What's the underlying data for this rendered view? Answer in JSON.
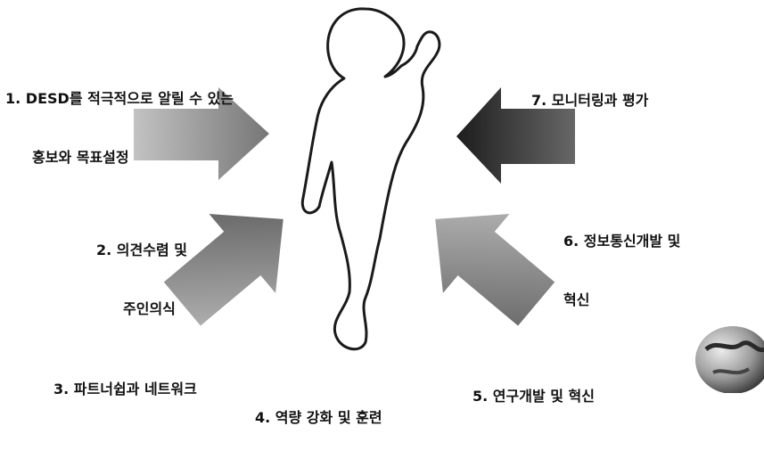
{
  "steps": [
    {
      "number": "1.",
      "lines": [
        "DESD를 적극적으로 알릴 수 있는",
        "홍보와 목표설정"
      ]
    },
    {
      "number": "2.",
      "lines": [
        "의견수렴 및",
        "주인의식"
      ]
    },
    {
      "number": "3.",
      "lines": [
        "파트너쉽과 네트워크"
      ]
    },
    {
      "number": "4.",
      "lines": [
        "역량 강화 및 훈련"
      ]
    },
    {
      "number": "5.",
      "lines": [
        "연구개발 및 혁신"
      ]
    },
    {
      "number": "6.",
      "lines": [
        "정보통신개발 및",
        "혁신"
      ]
    },
    {
      "number": "7.",
      "lines": [
        "모니터링과 평가"
      ]
    }
  ],
  "figure": {
    "icon": "thumbs-up-person-silhouette-icon",
    "corner_icon": "globe-icon"
  },
  "colors": {
    "arrow_1": "#8f8f8f",
    "arrow_2": "#6f6f6f",
    "arrow_5": "#7a7a7a",
    "arrow_7": "#3a3a3a",
    "text": "#111111"
  }
}
